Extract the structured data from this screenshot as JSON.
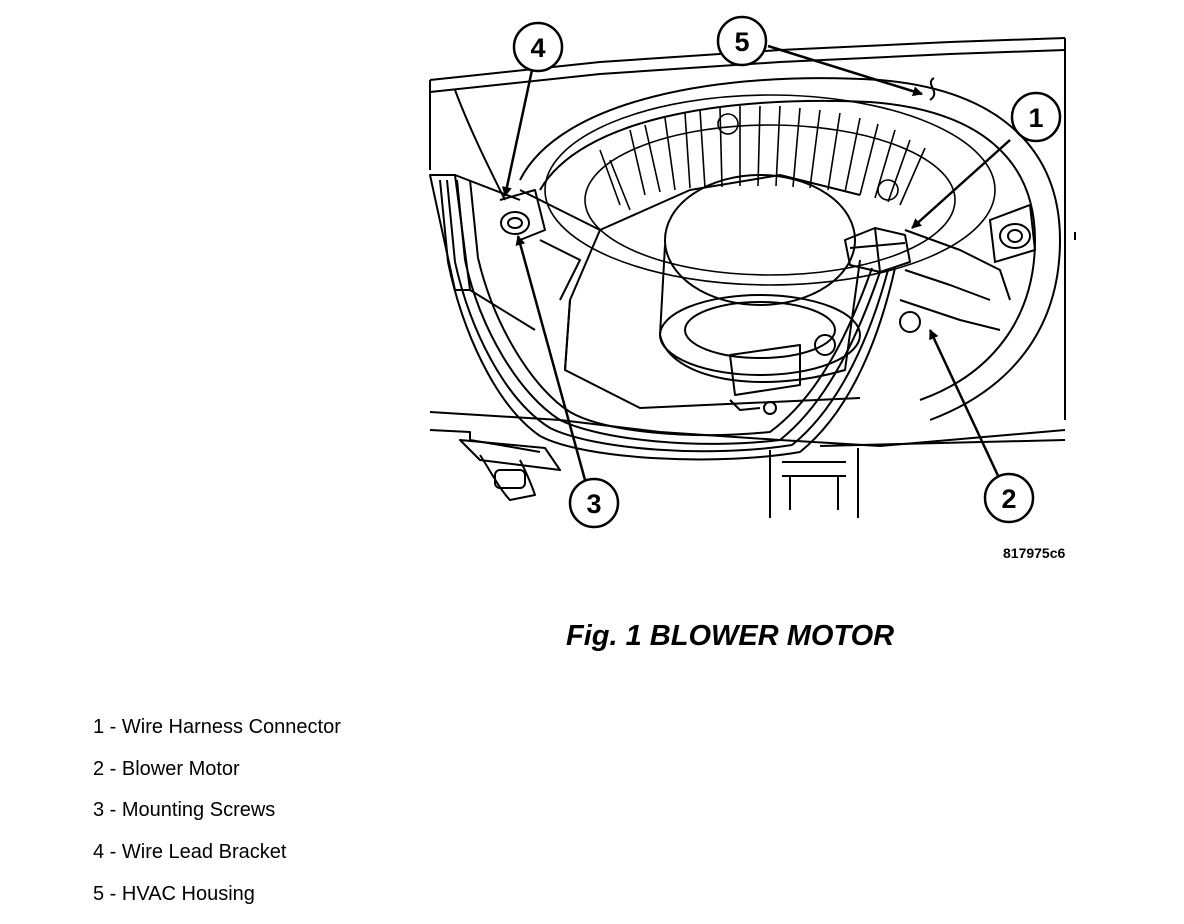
{
  "figure": {
    "code": "817975c6",
    "caption": "Fig. 1 BLOWER MOTOR"
  },
  "callouts": [
    {
      "number": "1"
    },
    {
      "number": "2"
    },
    {
      "number": "3"
    },
    {
      "number": "4"
    },
    {
      "number": "5"
    }
  ],
  "legend": [
    {
      "text": "1 - Wire Harness Connector"
    },
    {
      "text": "2 - Blower Motor"
    },
    {
      "text": "3 - Mounting Screws"
    },
    {
      "text": "4 - Wire Lead Bracket"
    },
    {
      "text": "5 - HVAC Housing"
    }
  ]
}
